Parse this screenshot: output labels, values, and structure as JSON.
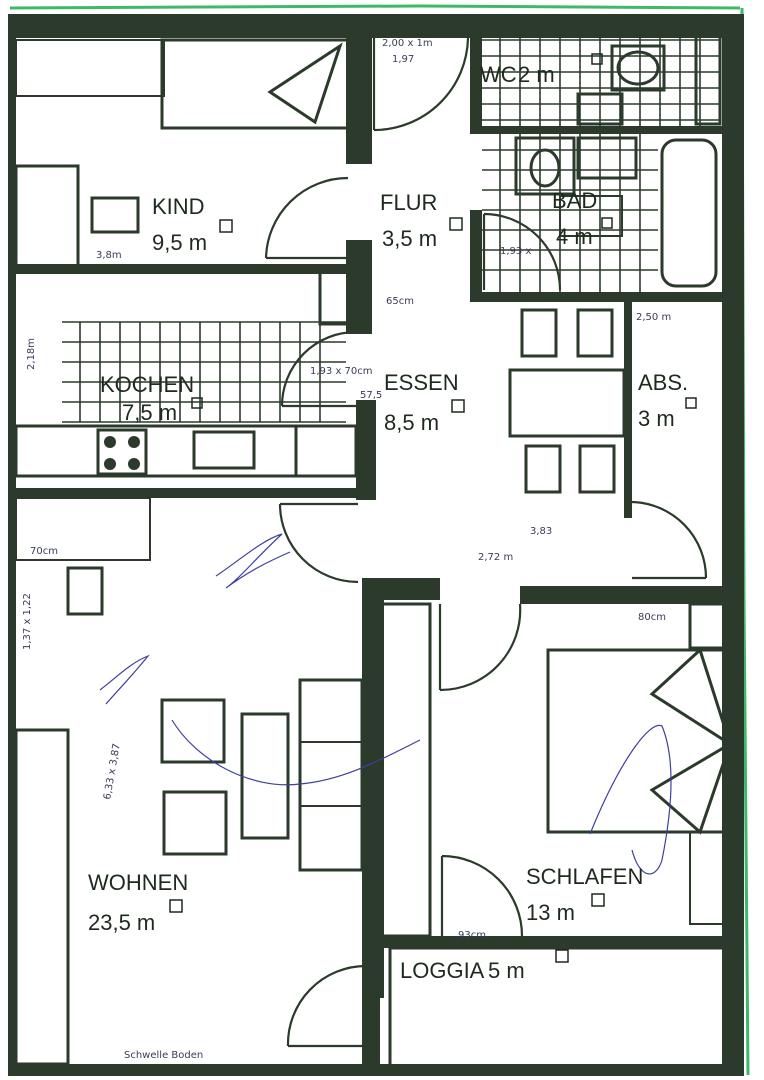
{
  "rooms": {
    "kind": {
      "name": "KIND",
      "area": "9,5 m"
    },
    "flur": {
      "name": "FLUR",
      "area": "3,5 m"
    },
    "wc": {
      "name": "WC",
      "area": "2 m"
    },
    "bad": {
      "name": "BAD",
      "area": "4 m"
    },
    "kochen": {
      "name": "KOCHEN",
      "area": "7,5 m"
    },
    "essen": {
      "name": "ESSEN",
      "area": "8,5 m"
    },
    "abs": {
      "name": "ABS.",
      "area": "3 m"
    },
    "wohnen": {
      "name": "WOHNEN",
      "area": "23,5 m"
    },
    "schlafen": {
      "name": "SCHLAFEN",
      "area": "13 m"
    },
    "loggia": {
      "name": "LOGGIA",
      "area": "5 m"
    }
  },
  "notes": {
    "kind_width": "3,8m",
    "flur_door": "2,00 x 1m",
    "flur_door2": "1,97",
    "essen_dim": "1,93 x 70cm",
    "essen_width": "3,83",
    "essen_width2": "2,72 m",
    "kochen_dim": "2,18m",
    "wohnen_dim": "6,33 x 3,87",
    "wohnen_dim2": "1,37 x 1,22",
    "abs_dim": "2,50 m",
    "flur_dim": "65cm",
    "schlafen_dim": "80cm",
    "schlafen_door": "93cm",
    "wohnen_bottom": "Schwelle Boden",
    "wohnen_left": "70cm",
    "bad_dim": "1,93 x",
    "essen_door": "57,5"
  },
  "colors": {
    "wall": "#2b3a2b",
    "pen": "#3f3fa0",
    "edge": "#3fb86a"
  }
}
